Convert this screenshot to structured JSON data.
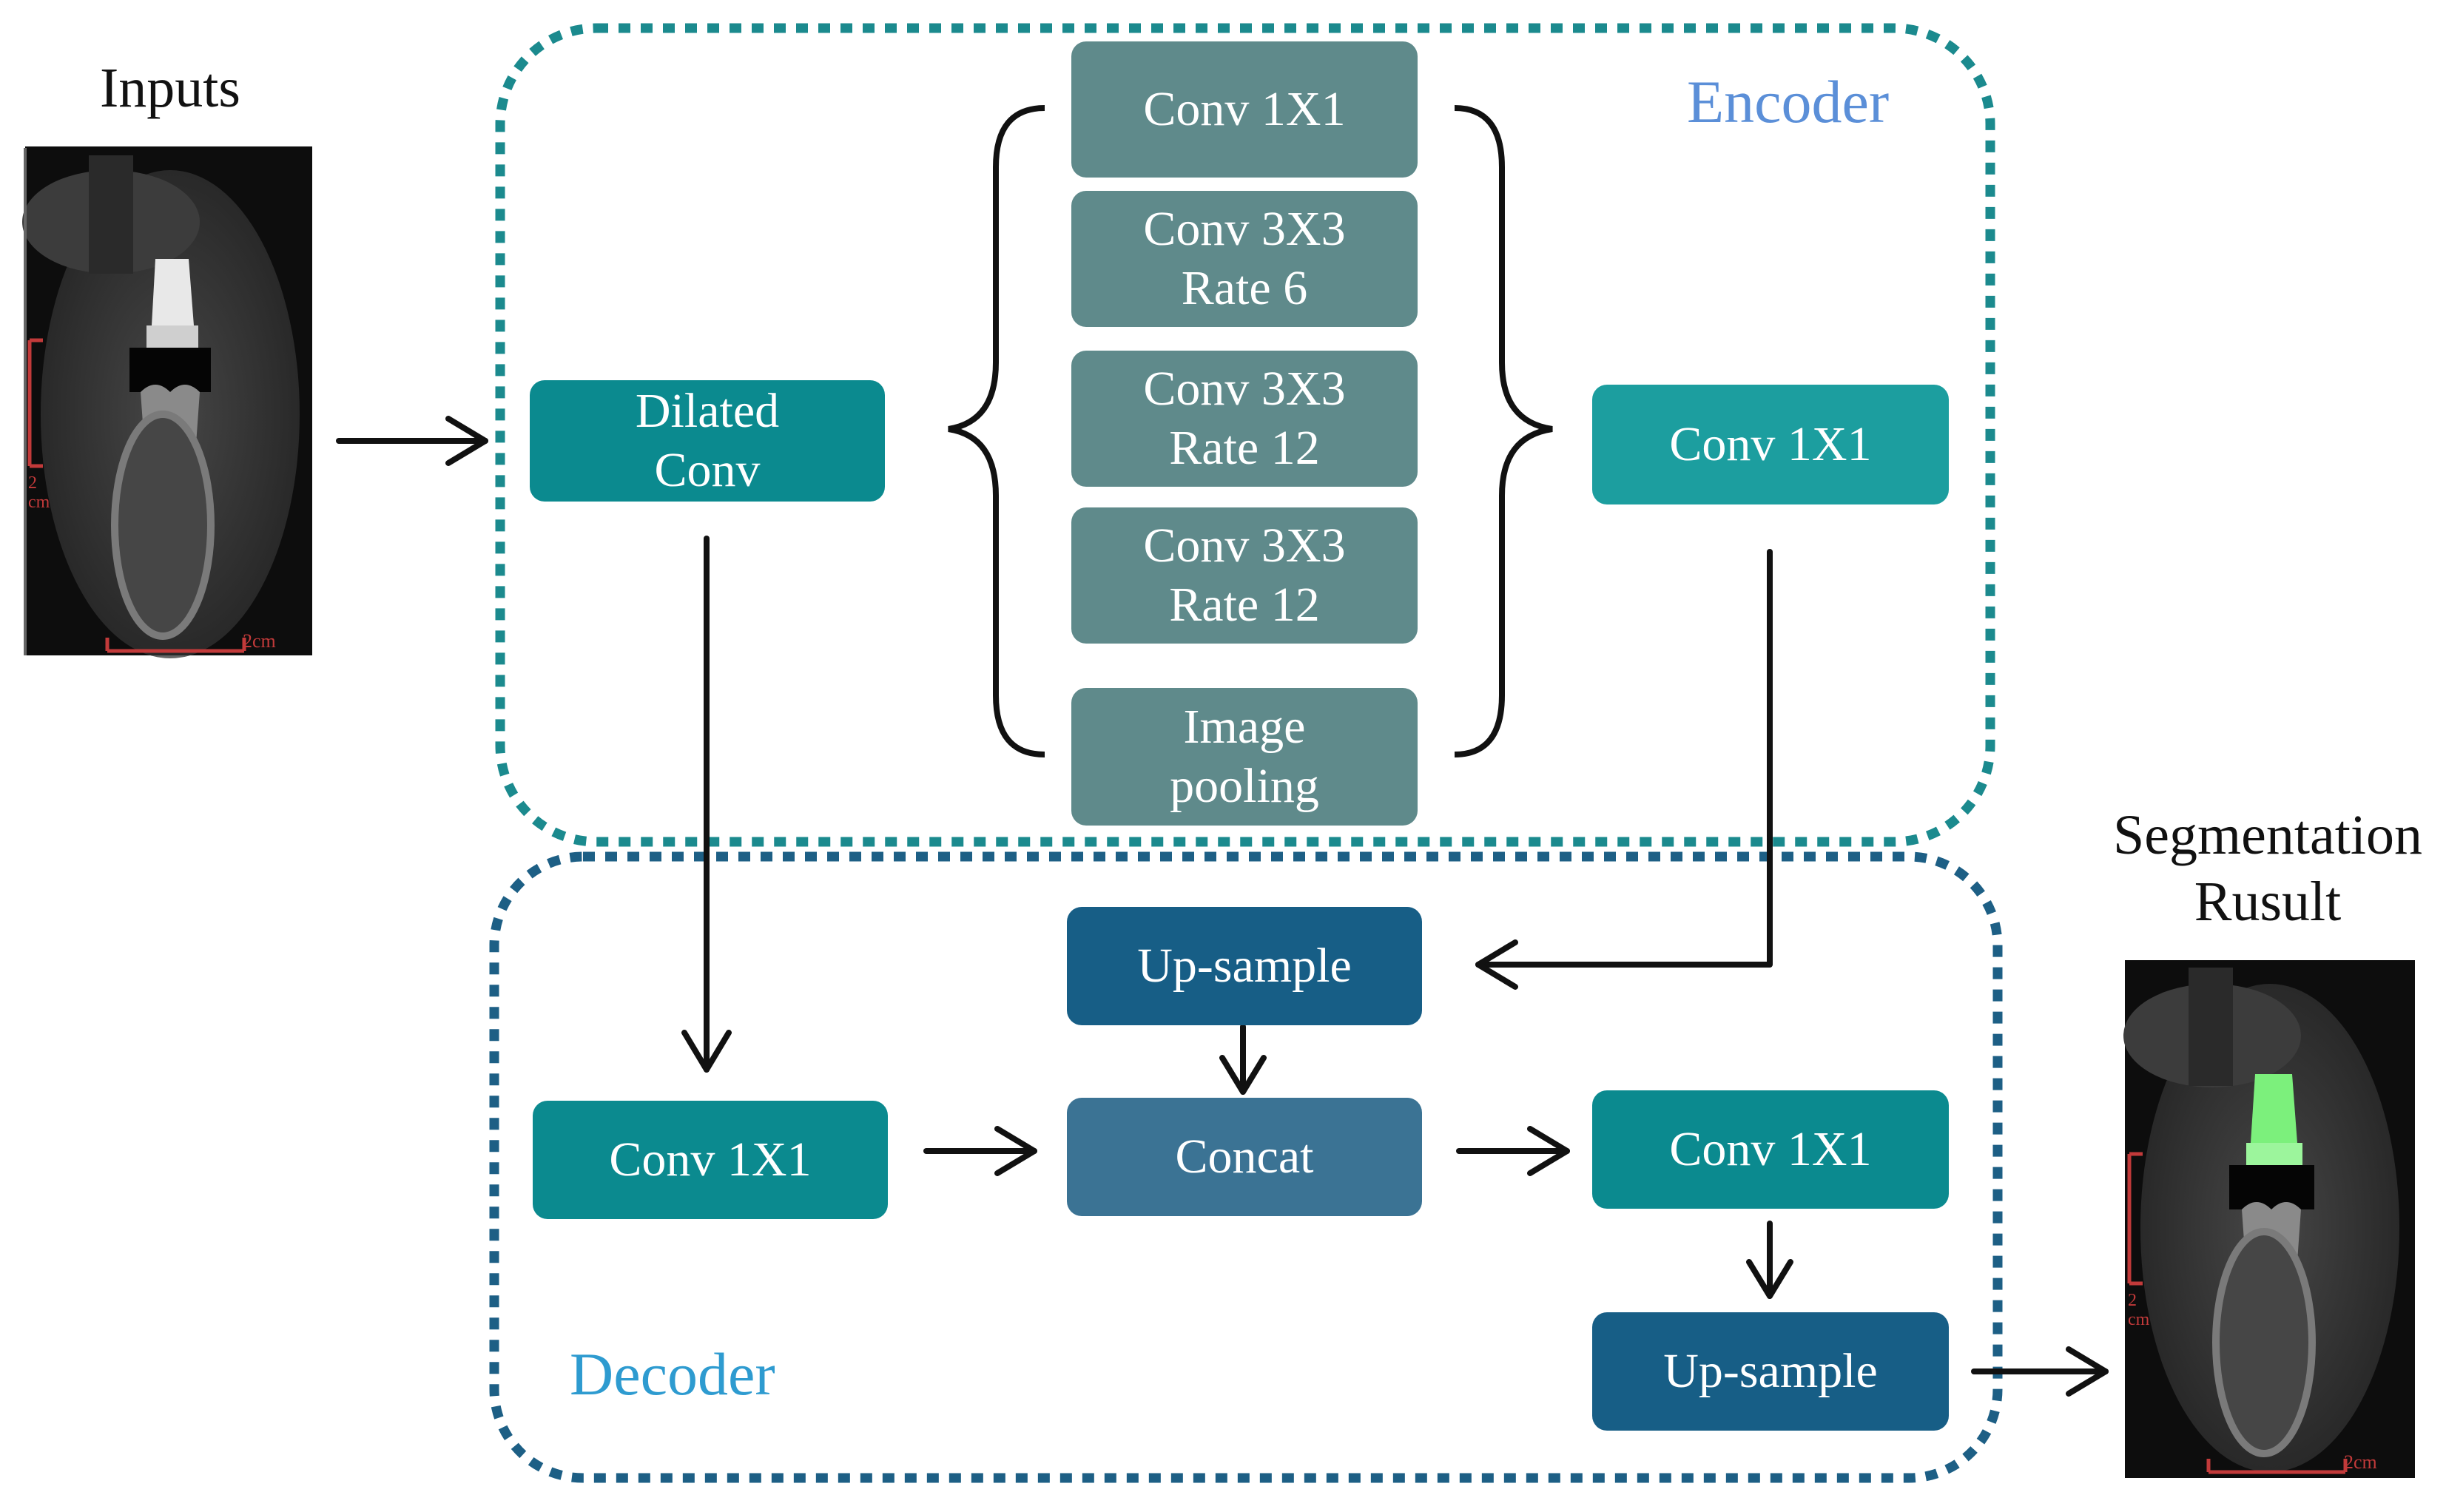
{
  "labels": {
    "inputs": "Inputs",
    "result_line1": "Segmentation",
    "result_line2": "Rusult",
    "encoder": "Encoder",
    "decoder": "Decoder"
  },
  "encoder": {
    "dilated_conv": {
      "line1": "Dilated",
      "line2": "Conv"
    },
    "branches": [
      {
        "line1": "Conv 1X1",
        "line2": ""
      },
      {
        "line1": "Conv 3X3",
        "line2": "Rate 6"
      },
      {
        "line1": "Conv 3X3",
        "line2": "Rate 12"
      },
      {
        "line1": "Conv 3X3",
        "line2": "Rate 12"
      },
      {
        "line1": "Image",
        "line2": "pooling"
      }
    ],
    "output_conv": "Conv 1X1"
  },
  "decoder": {
    "upsample_top": "Up-sample",
    "conv_left": "Conv 1X1",
    "concat": "Concat",
    "conv_right": "Conv 1X1",
    "upsample_bottom": "Up-sample"
  },
  "scan_overlay": {
    "scale_label": "2cm",
    "unit_label": "2",
    "unit_sub": "cm"
  },
  "colors": {
    "encoder_border": "#1b8a8e",
    "decoder_border": "#1d5f85",
    "encoder_label": "#5b8fd8",
    "decoder_label": "#2e9bd0",
    "teal_block": "#0b8a8f",
    "gray_block": "#5f8a8b",
    "navy_block": "#175e86",
    "concat_block": "#3b7394",
    "segmentation_highlight": "#7cf07c"
  }
}
